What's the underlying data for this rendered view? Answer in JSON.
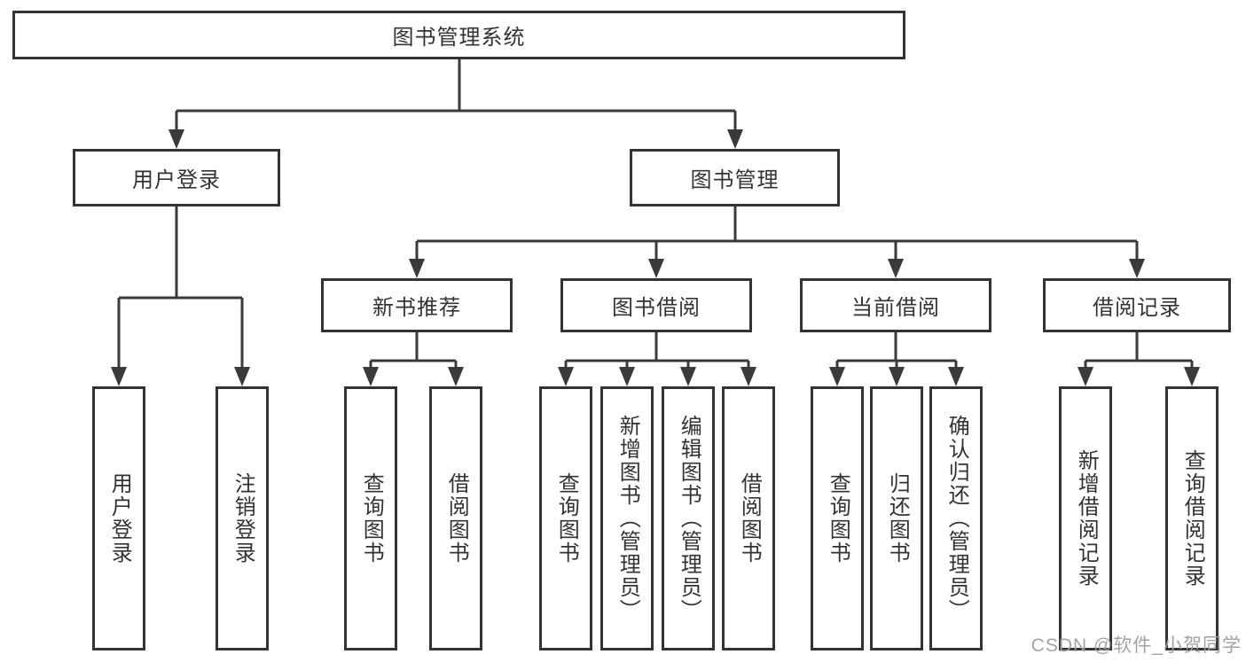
{
  "colors": {
    "background": "#ffffff",
    "line": "#3a3a3a",
    "box_border": "#333333",
    "text": "#333333",
    "watermark": "#9e9e9e"
  },
  "diagram": {
    "root": {
      "label": "图书管理系统"
    },
    "level1": {
      "user_login": {
        "label": "用户登录"
      },
      "book_management": {
        "label": "图书管理"
      }
    },
    "level2": {
      "new_book_recommend": {
        "label": "新书推荐"
      },
      "book_borrow": {
        "label": "图书借阅"
      },
      "current_borrow": {
        "label": "当前借阅"
      },
      "borrow_record": {
        "label": "借阅记录"
      }
    },
    "leaves": {
      "user_login": {
        "label": "用户登录"
      },
      "logout": {
        "label": "注销登录"
      },
      "query_book_recommend": {
        "label": "查询图书"
      },
      "borrow_book_recommend": {
        "label": "借阅图书"
      },
      "query_book_borrow": {
        "label": "查询图书"
      },
      "add_book_admin": {
        "label": "新增图书（管理员）"
      },
      "edit_book_admin": {
        "label": "编辑图书（管理员）"
      },
      "borrow_book_borrow": {
        "label": "借阅图书"
      },
      "query_book_current": {
        "label": "查询图书"
      },
      "return_book": {
        "label": "归还图书"
      },
      "confirm_return_admin": {
        "label": "确认归还（管理员）"
      },
      "add_borrow_record": {
        "label": "新增借阅记录"
      },
      "query_borrow_record": {
        "label": "查询借阅记录"
      }
    }
  },
  "watermark": {
    "text": "CSDN @软件_小贺同学"
  }
}
